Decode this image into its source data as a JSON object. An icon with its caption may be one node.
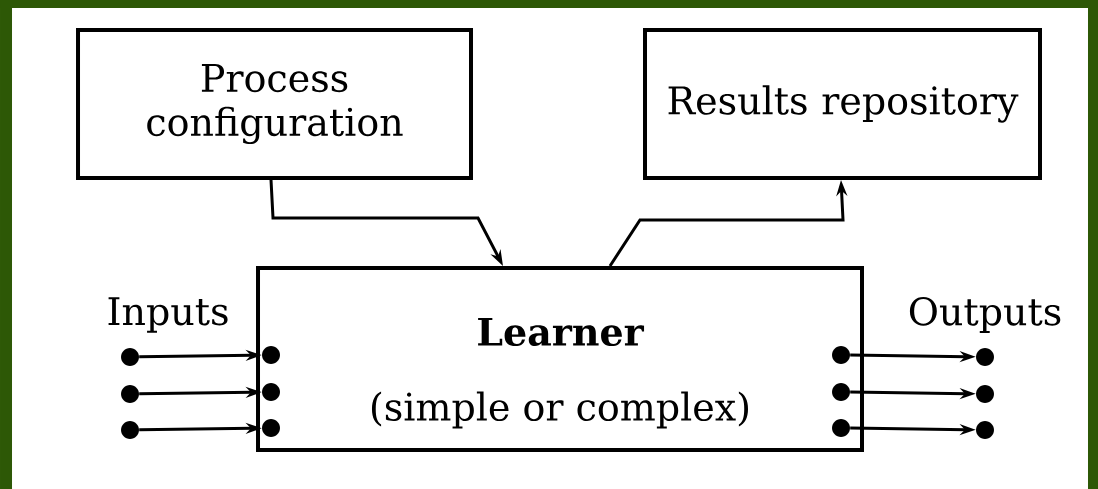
{
  "diagram": {
    "nodes": [
      {
        "text": [
          "Process configuration"
        ]
      },
      {
        "text": [
          "Results repository"
        ]
      },
      {
        "text": [
          "Learner",
          "(simple or complex)"
        ]
      },
      {
        "text": [],
        "shape": "circle"
      },
      {
        "text": [],
        "shape": "circle"
      },
      {
        "text": [],
        "shape": "circle"
      },
      {
        "text": [],
        "shape": "circle",
        "in": 2
      },
      {
        "text": [],
        "shape": "circle",
        "in": 2
      },
      {
        "text": [],
        "shape": "circle",
        "in": 2
      },
      {
        "text": [],
        "shape": "circle",
        "in": 2
      },
      {
        "text": [],
        "shape": "circle",
        "in": 2
      },
      {
        "text": [],
        "shape": "circle",
        "in": 2
      },
      {
        "text": [],
        "shape": "circle"
      },
      {
        "text": [],
        "shape": "circle"
      },
      {
        "text": [],
        "shape": "circle"
      }
    ],
    "edges": [
      {
        "from": 0,
        "to": 2,
        "arrow": "to"
      },
      {
        "from": 2,
        "to": 1,
        "arrow": "to"
      },
      {
        "from": 3,
        "to": 6,
        "arrow": "to"
      },
      {
        "from": 4,
        "to": 7,
        "arrow": "to"
      },
      {
        "from": 5,
        "to": 8,
        "arrow": "to"
      },
      {
        "from": 9,
        "to": 12,
        "arrow": "to"
      },
      {
        "from": 10,
        "to": 13,
        "arrow": "to"
      },
      {
        "from": 11,
        "to": 14,
        "arrow": "to"
      }
    ],
    "labels": [
      "Inputs",
      "Outputs"
    ]
  }
}
